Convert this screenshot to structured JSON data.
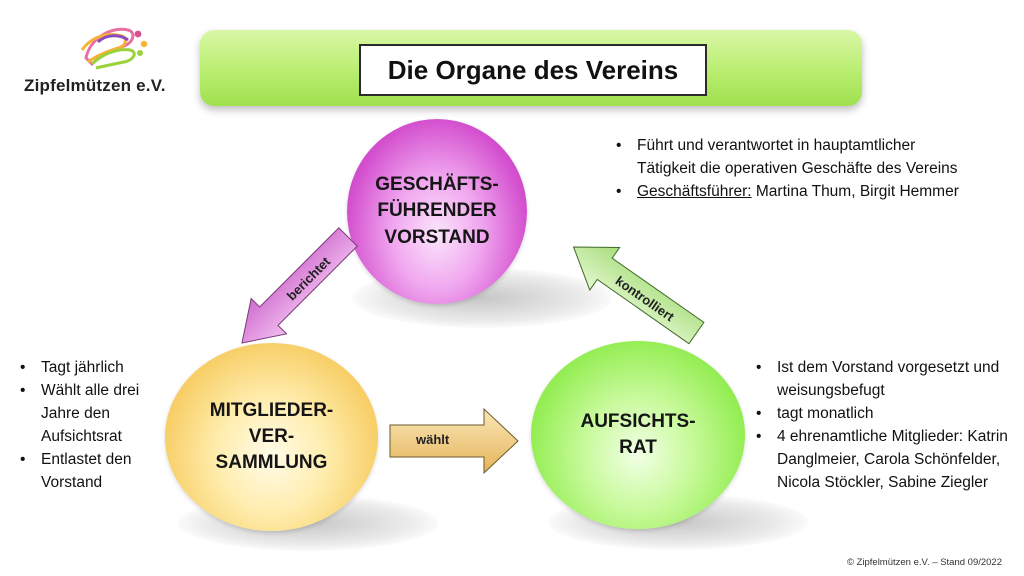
{
  "logo": {
    "text": "Zipfelmützen e.V."
  },
  "title": "Die Organe des Vereins",
  "nodes": {
    "vorstand": {
      "lines": [
        "GESCHÄFTS-",
        "FÜHRENDER",
        "VORSTAND"
      ]
    },
    "mitgliederversammlung": {
      "lines": [
        "MITGLIEDER-",
        "VER-",
        "SAMMLUNG"
      ]
    },
    "aufsichtsrat": {
      "lines": [
        "AUFSICHTS-",
        "RAT"
      ]
    }
  },
  "edges": {
    "berichtet": "berichtet",
    "waehlt": "wählt",
    "kontrolliert": "kontrolliert"
  },
  "notes": {
    "vorstand": {
      "item1": "Führt und verantwortet in hauptamtlicher Tätigkeit die operativen Geschäfte des Vereins",
      "item2_label": "Geschäftsführer:",
      "item2_value": " Martina Thum, Birgit Hemmer"
    },
    "mitgliederversammlung": [
      "Tagt jährlich",
      "Wählt alle drei Jahre den Aufsichtsrat",
      "Entlastet den Vorstand"
    ],
    "aufsichtsrat": [
      "Ist dem Vorstand vorgesetzt und weisungsbefugt",
      "tagt monatlich",
      "4 ehrenamtliche Mitglieder: Katrin Danglmeier, Carola Schönfelder, Nicola Stöckler, Sabine Ziegler"
    ]
  },
  "footer": "© Zipfelmützen e.V. – Stand 09/2022",
  "colors": {
    "vorstand": "#d451cf",
    "mitgliederversammlung": "#f8d06a",
    "aufsichtsrat": "#96ee56",
    "banner": "#b9ee70",
    "arrow_berichtet": "#d980d8",
    "arrow_waehlt": "#efcf86",
    "arrow_kontrolliert": "#b9ea8e"
  }
}
